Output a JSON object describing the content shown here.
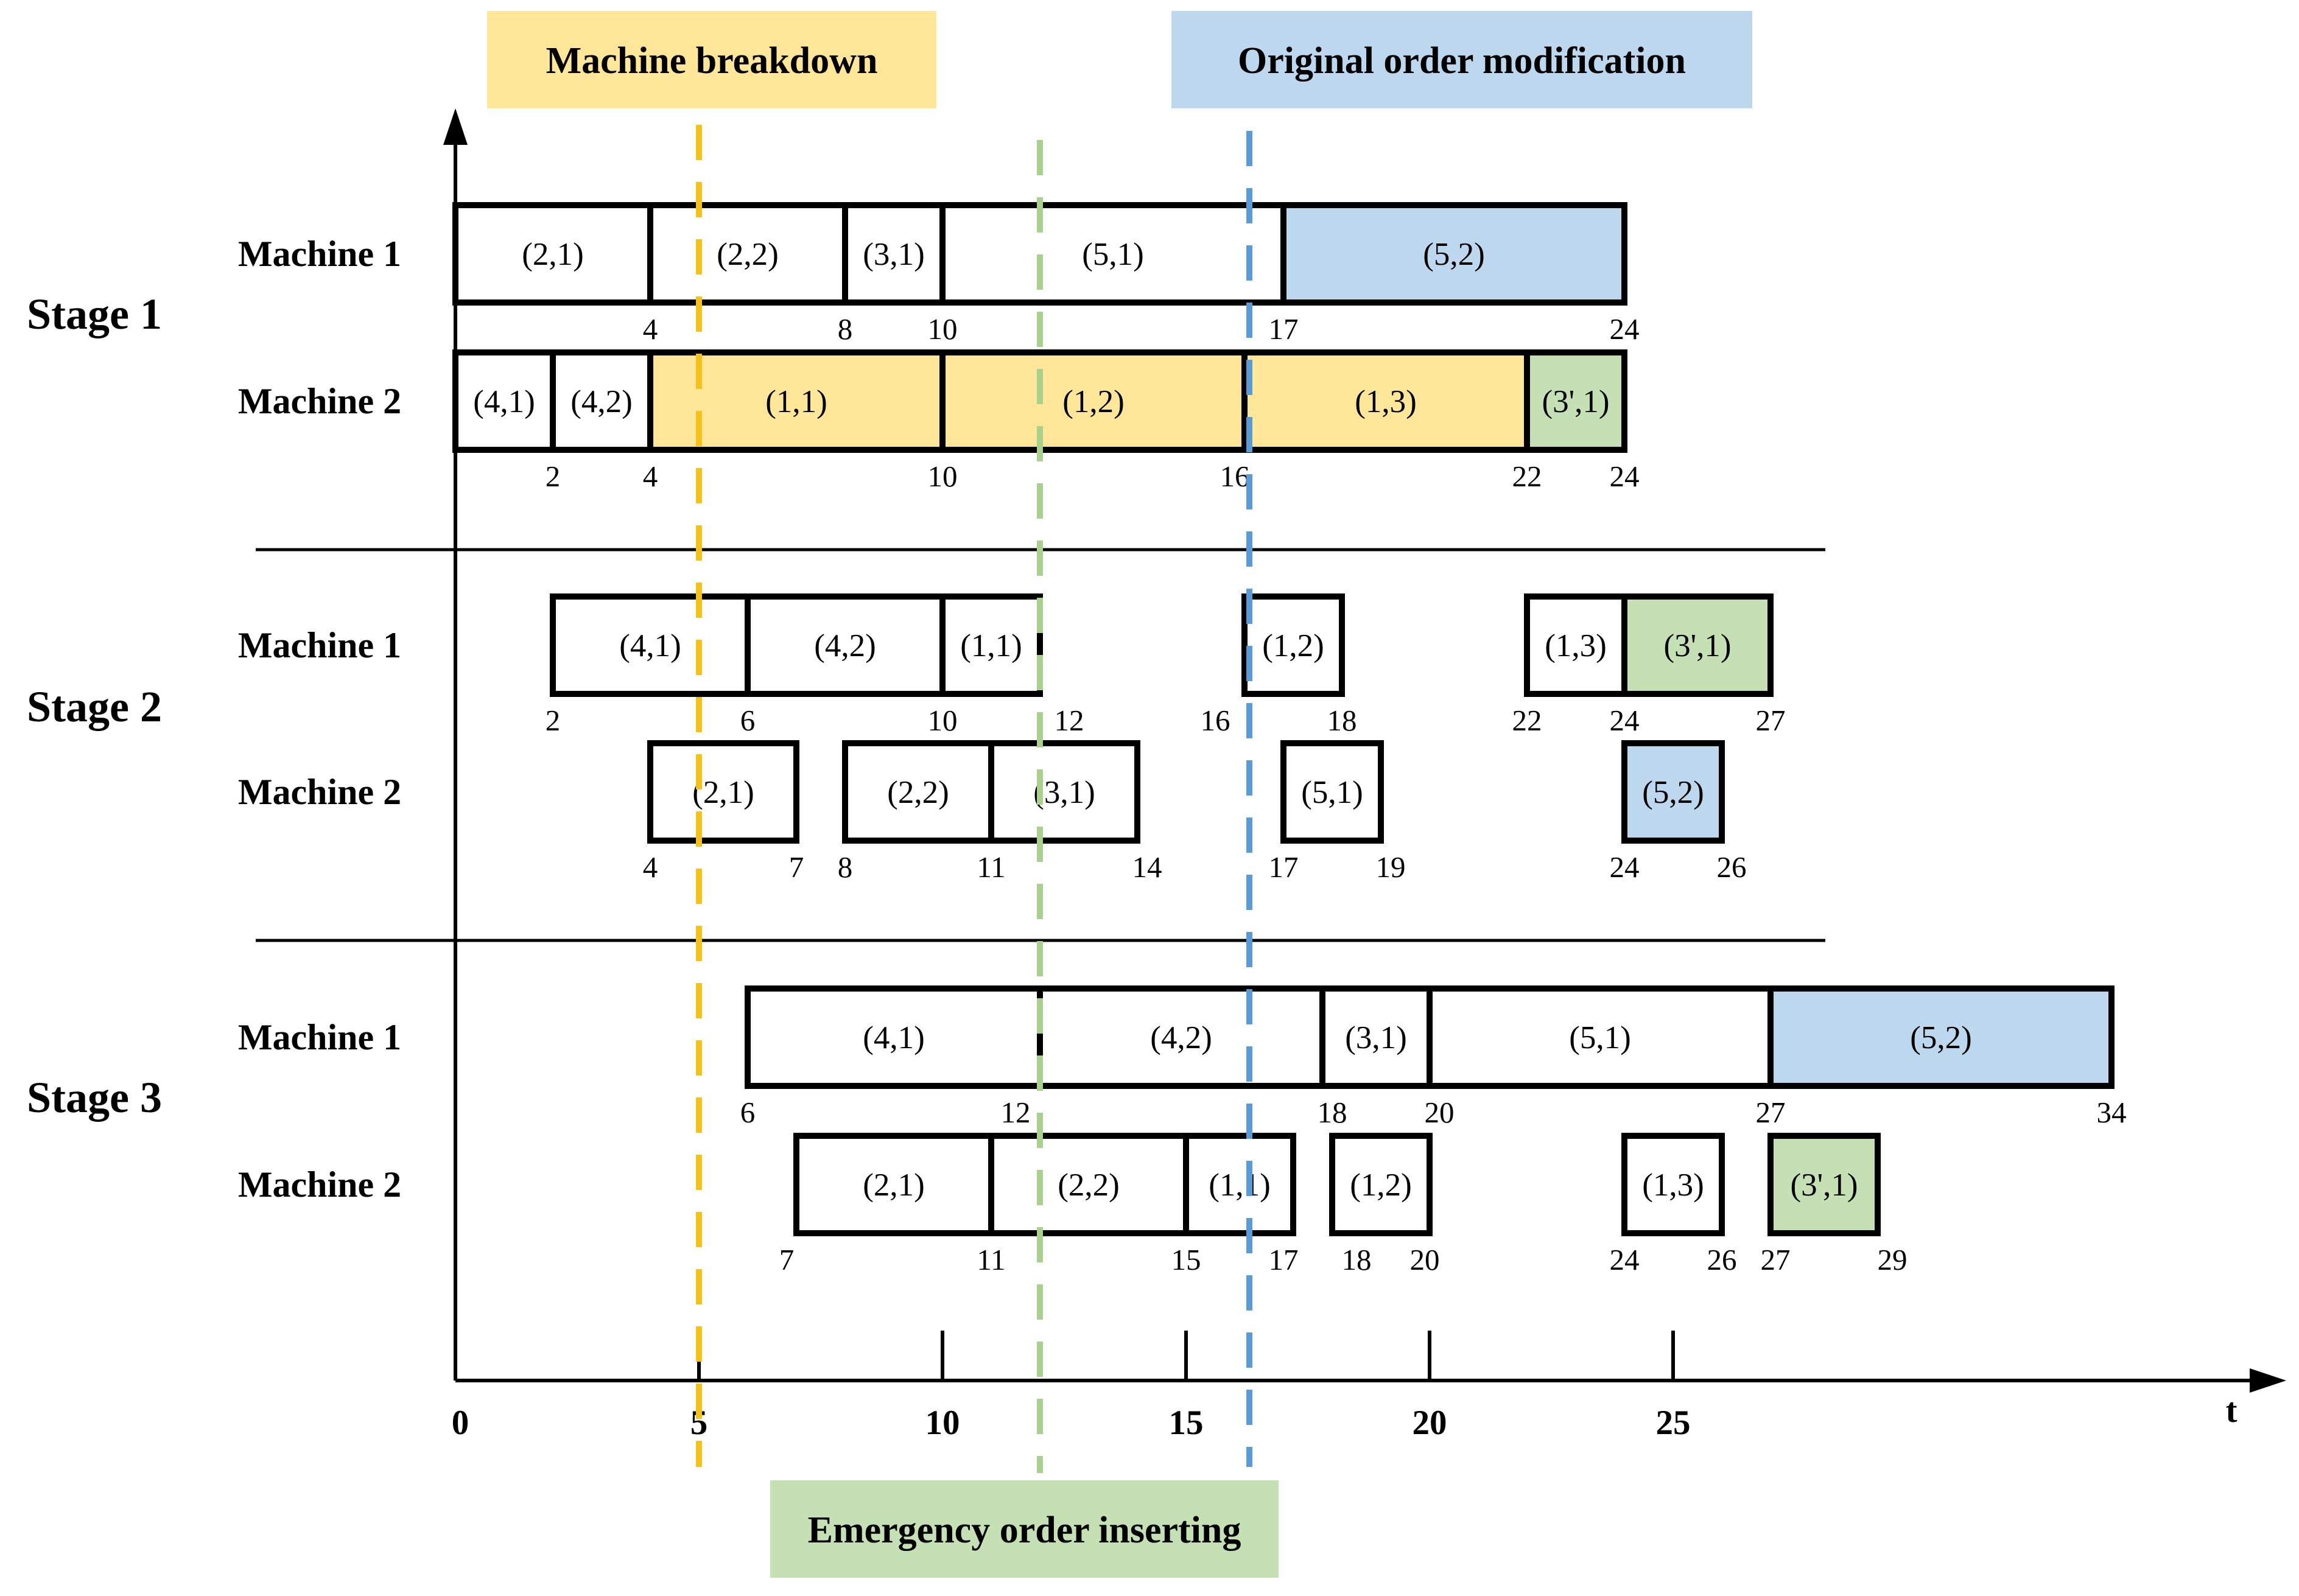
{
  "colors": {
    "breakdown": "#FFE699",
    "breakdown_line": "#F6C218",
    "modification": "#BDD7EE",
    "modification_line": "#5B9BD5",
    "emergency": "#C5E0B4",
    "emergency_line": "#A9D18E",
    "task_fill": "#FFFFFF",
    "stroke": "#000000"
  },
  "chart_data": {
    "type": "gantt",
    "xlabel": "t",
    "x_ticks": [
      0,
      5,
      10,
      15,
      20,
      25
    ],
    "events": [
      {
        "name": "Machine breakdown",
        "time": 5,
        "color": "#FFE699",
        "line_color": "#F6C218"
      },
      {
        "name": "Emergency order inserting",
        "time": 12,
        "color": "#C5E0B4",
        "line_color": "#A9D18E"
      },
      {
        "name": "Original order modification",
        "time": 16.3,
        "color": "#BDD7EE",
        "line_color": "#5B9BD5"
      }
    ],
    "stages": [
      {
        "name": "Stage 1",
        "machines": [
          {
            "name": "Machine 1",
            "tasks": [
              {
                "label": "(2,1)",
                "start": 0,
                "end": 4,
                "fill": "none"
              },
              {
                "label": "(2,2)",
                "start": 4,
                "end": 8,
                "fill": "none"
              },
              {
                "label": "(3,1)",
                "start": 8,
                "end": 10,
                "fill": "none"
              },
              {
                "label": "(5,1)",
                "start": 10,
                "end": 17,
                "fill": "none"
              },
              {
                "label": "(5,2)",
                "start": 17,
                "end": 24,
                "fill": "modification"
              }
            ],
            "time_labels": [
              {
                "t": 4,
                "text": "4"
              },
              {
                "t": 8,
                "text": "8"
              },
              {
                "t": 10,
                "text": "10"
              },
              {
                "t": 17,
                "text": "17"
              },
              {
                "t": 24,
                "text": "24"
              }
            ]
          },
          {
            "name": "Machine 2",
            "tasks": [
              {
                "label": "(4,1)",
                "start": 0,
                "end": 2,
                "fill": "none"
              },
              {
                "label": "(4,2)",
                "start": 2,
                "end": 4,
                "fill": "none"
              },
              {
                "label": "(1,1)",
                "start": 4,
                "end": 10,
                "fill": "breakdown"
              },
              {
                "label": "(1,2)",
                "start": 10,
                "end": 16.2,
                "fill": "breakdown"
              },
              {
                "label": "(1,3)",
                "start": 16.2,
                "end": 22,
                "fill": "breakdown"
              },
              {
                "label": "(3',1)",
                "start": 22,
                "end": 24,
                "fill": "emergency"
              }
            ],
            "time_labels": [
              {
                "t": 2,
                "text": "2"
              },
              {
                "t": 4,
                "text": "4"
              },
              {
                "t": 10,
                "text": "10"
              },
              {
                "t": 16,
                "text": "16"
              },
              {
                "t": 22,
                "text": "22"
              },
              {
                "t": 24,
                "text": "24"
              }
            ]
          }
        ]
      },
      {
        "name": "Stage 2",
        "machines": [
          {
            "name": "Machine 1",
            "tasks": [
              {
                "label": "(4,1)",
                "start": 2,
                "end": 6,
                "fill": "none"
              },
              {
                "label": "(4,2)",
                "start": 6,
                "end": 10,
                "fill": "none"
              },
              {
                "label": "(1,1)",
                "start": 10,
                "end": 12,
                "fill": "none"
              },
              {
                "label": "(1,2)",
                "start": 16.2,
                "end": 18.2,
                "fill": "none"
              },
              {
                "label": "(1,3)",
                "start": 22,
                "end": 24,
                "fill": "none"
              },
              {
                "label": "(3',1)",
                "start": 24,
                "end": 27,
                "fill": "emergency"
              }
            ],
            "time_labels": [
              {
                "t": 2,
                "text": "2"
              },
              {
                "t": 6,
                "text": "6"
              },
              {
                "t": 10,
                "text": "10"
              },
              {
                "t": 12.6,
                "text": "12"
              },
              {
                "t": 15.6,
                "text": "16"
              },
              {
                "t": 18.2,
                "text": "18"
              },
              {
                "t": 22,
                "text": "22"
              },
              {
                "t": 24,
                "text": "24"
              },
              {
                "t": 27,
                "text": "27"
              }
            ]
          },
          {
            "name": "Machine 2",
            "tasks": [
              {
                "label": "(2,1)",
                "start": 4,
                "end": 7,
                "fill": "none"
              },
              {
                "label": "(2,2)",
                "start": 8,
                "end": 11,
                "fill": "none"
              },
              {
                "label": "(3,1)",
                "start": 11,
                "end": 14,
                "fill": "none"
              },
              {
                "label": "(5,1)",
                "start": 17,
                "end": 19,
                "fill": "none"
              },
              {
                "label": "(5,2)",
                "start": 24,
                "end": 26,
                "fill": "modification"
              }
            ],
            "time_labels": [
              {
                "t": 4,
                "text": "4"
              },
              {
                "t": 7,
                "text": "7"
              },
              {
                "t": 8,
                "text": "8"
              },
              {
                "t": 11,
                "text": "11"
              },
              {
                "t": 14.2,
                "text": "14"
              },
              {
                "t": 17,
                "text": "17"
              },
              {
                "t": 19.2,
                "text": "19"
              },
              {
                "t": 24,
                "text": "24"
              },
              {
                "t": 26.2,
                "text": "26"
              }
            ]
          }
        ]
      },
      {
        "name": "Stage 3",
        "machines": [
          {
            "name": "Machine 1",
            "tasks": [
              {
                "label": "(4,1)",
                "start": 6,
                "end": 12,
                "fill": "none"
              },
              {
                "label": "(4,2)",
                "start": 12,
                "end": 17.8,
                "fill": "none"
              },
              {
                "label": "(3,1)",
                "start": 17.8,
                "end": 20,
                "fill": "none"
              },
              {
                "label": "(5,1)",
                "start": 20,
                "end": 27,
                "fill": "none"
              },
              {
                "label": "(5,2)",
                "start": 27,
                "end": 34,
                "fill": "modification"
              }
            ],
            "time_labels": [
              {
                "t": 6,
                "text": "6"
              },
              {
                "t": 11.5,
                "text": "12"
              },
              {
                "t": 18,
                "text": "18"
              },
              {
                "t": 20.2,
                "text": "20"
              },
              {
                "t": 27,
                "text": "27"
              },
              {
                "t": 34,
                "text": "34"
              }
            ]
          },
          {
            "name": "Machine 2",
            "tasks": [
              {
                "label": "(2,1)",
                "start": 7,
                "end": 11,
                "fill": "none"
              },
              {
                "label": "(2,2)",
                "start": 11,
                "end": 15,
                "fill": "none"
              },
              {
                "label": "(1,1)",
                "start": 15,
                "end": 17.2,
                "fill": "none"
              },
              {
                "label": "(1,2)",
                "start": 18,
                "end": 20,
                "fill": "none"
              },
              {
                "label": "(1,3)",
                "start": 24,
                "end": 26,
                "fill": "none"
              },
              {
                "label": "(3',1)",
                "start": 27,
                "end": 29.2,
                "fill": "emergency"
              }
            ],
            "time_labels": [
              {
                "t": 6.8,
                "text": "7"
              },
              {
                "t": 11,
                "text": "11"
              },
              {
                "t": 15,
                "text": "15"
              },
              {
                "t": 17,
                "text": "17"
              },
              {
                "t": 18.5,
                "text": "18"
              },
              {
                "t": 19.9,
                "text": "20"
              },
              {
                "t": 24,
                "text": "24"
              },
              {
                "t": 26,
                "text": "26"
              },
              {
                "t": 27.1,
                "text": "27"
              },
              {
                "t": 29.5,
                "text": "29"
              }
            ]
          }
        ]
      }
    ]
  }
}
